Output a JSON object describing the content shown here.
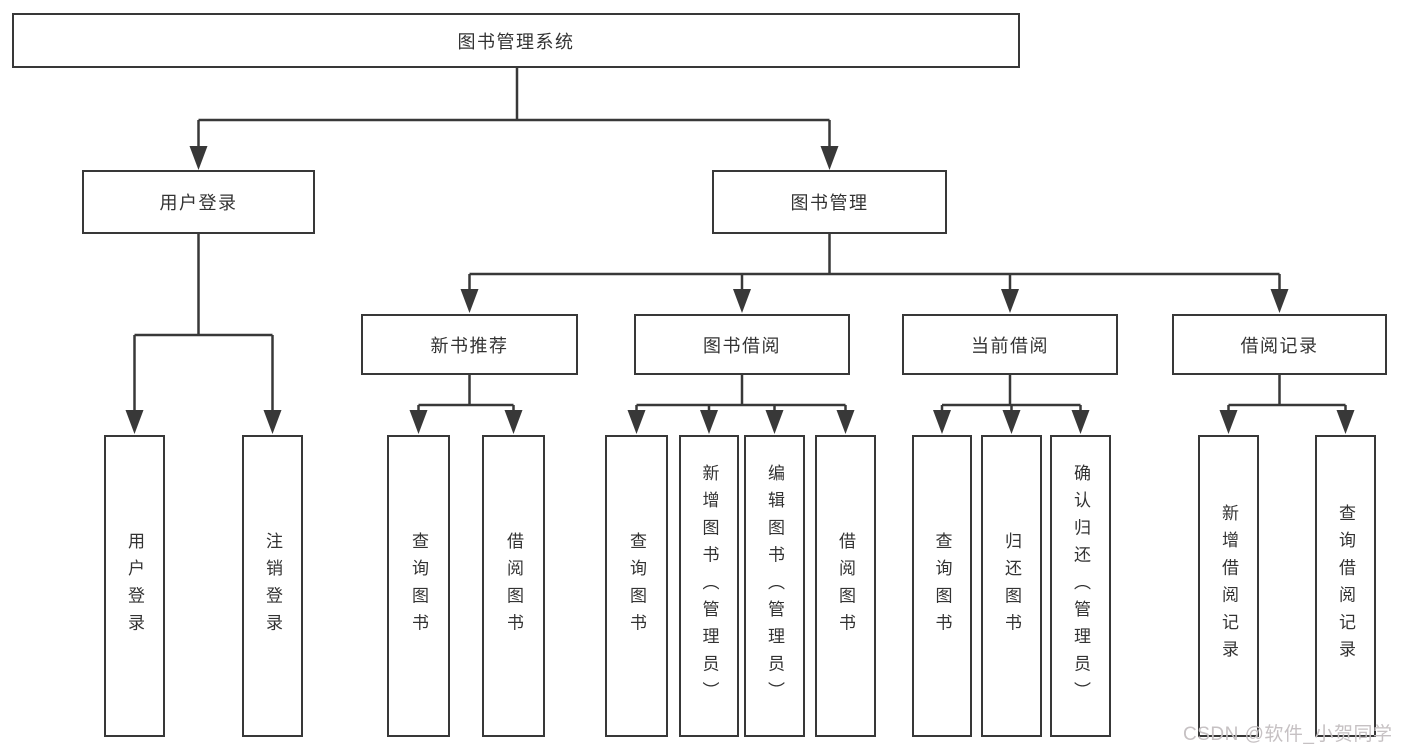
{
  "diagram": {
    "colors": {
      "line": "#383838",
      "text": "#333333",
      "background": "#ffffff",
      "watermark": "#c6c1c3"
    },
    "watermark": "CSDN @软件_小贺同学",
    "root": {
      "label": "图书管理系统"
    },
    "branches": {
      "user_login": {
        "label": "用户登录",
        "children": [
          {
            "label": "用户登录"
          },
          {
            "label": "注销登录"
          }
        ]
      },
      "book_management": {
        "label": "图书管理",
        "children": {
          "new_book": {
            "label": "新书推荐",
            "children": [
              {
                "label": "查询图书"
              },
              {
                "label": "借阅图书"
              }
            ]
          },
          "borrow": {
            "label": "图书借阅",
            "children": [
              {
                "label": "查询图书"
              },
              {
                "label": "新增图书（管理员）"
              },
              {
                "label": "编辑图书（管理员）"
              },
              {
                "label": "借阅图书"
              }
            ]
          },
          "current": {
            "label": "当前借阅",
            "children": [
              {
                "label": "查询图书"
              },
              {
                "label": "归还图书"
              },
              {
                "label": "确认归还（管理员）"
              }
            ]
          },
          "records": {
            "label": "借阅记录",
            "children": [
              {
                "label": "新增借阅记录"
              },
              {
                "label": "查询借阅记录"
              }
            ]
          }
        }
      }
    }
  }
}
